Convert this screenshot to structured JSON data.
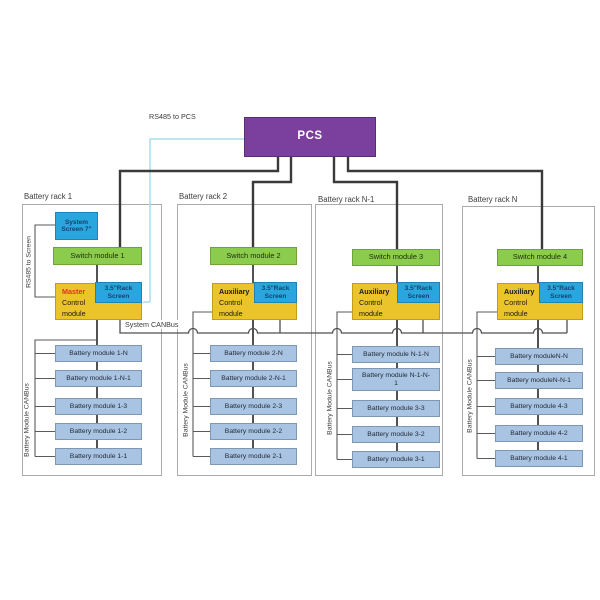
{
  "diagram": {
    "pcs_label": "PCS",
    "annotations": {
      "rs485_to_pcs": "RS485 to PCS",
      "system_canbus": "System CANBus"
    },
    "colors": {
      "pcs_purple": "#7b3f9e",
      "switch_green": "#8ccc4c",
      "control_yellow": "#ebc32a",
      "screen_blue": "#29a6dd",
      "module_blue": "#a9c4e2",
      "master_text_red": "#e0341c",
      "rs485_pcs_line_cyan": "#a8dcea",
      "wire_dark": "#3f3f3f",
      "rack_border_gray": "#ababab"
    },
    "racks": [
      {
        "title": "Battery rack 1",
        "system_screen": "System Screen 7\"",
        "switch": "Switch module 1",
        "control_role": "Master",
        "control_name": "Control module",
        "rack_screen": "3.5\"Rack Screen",
        "rs485_label": "RS485 to Screen",
        "canbus_label": "Battery Module CANBus",
        "modules": [
          "Battery module 1-N",
          "Battery module 1-N-1",
          "Battery module 1-3",
          "Battery module 1-2",
          "Battery module 1-1"
        ]
      },
      {
        "title": "Battery rack 2",
        "switch": "Switch module 2",
        "control_role": "Auxiliary",
        "control_name": "Control module",
        "rack_screen": "3.5\"Rack Screen",
        "canbus_label": "Battery Module CANBus",
        "modules": [
          "Battery module 2-N",
          "Battery module 2-N-1",
          "Battery module 2-3",
          "Battery module 2-2",
          "Battery module 2-1"
        ]
      },
      {
        "title": "Battery rack N-1",
        "switch": "Switch module 3",
        "control_role": "Auxiliary",
        "control_name": "Control module",
        "rack_screen": "3.5\"Rack Screen",
        "canbus_label": "Battery Module CANBus",
        "modules": [
          "Battery module N-1-N",
          "Battery module N-1-N-1",
          "Battery module 3-3",
          "Battery module 3-2",
          "Battery module 3-1"
        ]
      },
      {
        "title": "Battery rack N",
        "switch": "Switch module 4",
        "control_role": "Auxiliary",
        "control_name": "Control module",
        "rack_screen": "3.5\"Rack Screen",
        "canbus_label": "Battery Module CANBus",
        "modules": [
          "Battery moduleN-N",
          "Battery moduleN-N-1",
          "Battery module 4-3",
          "Battery module 4-2",
          "Battery module 4-1"
        ]
      }
    ]
  }
}
